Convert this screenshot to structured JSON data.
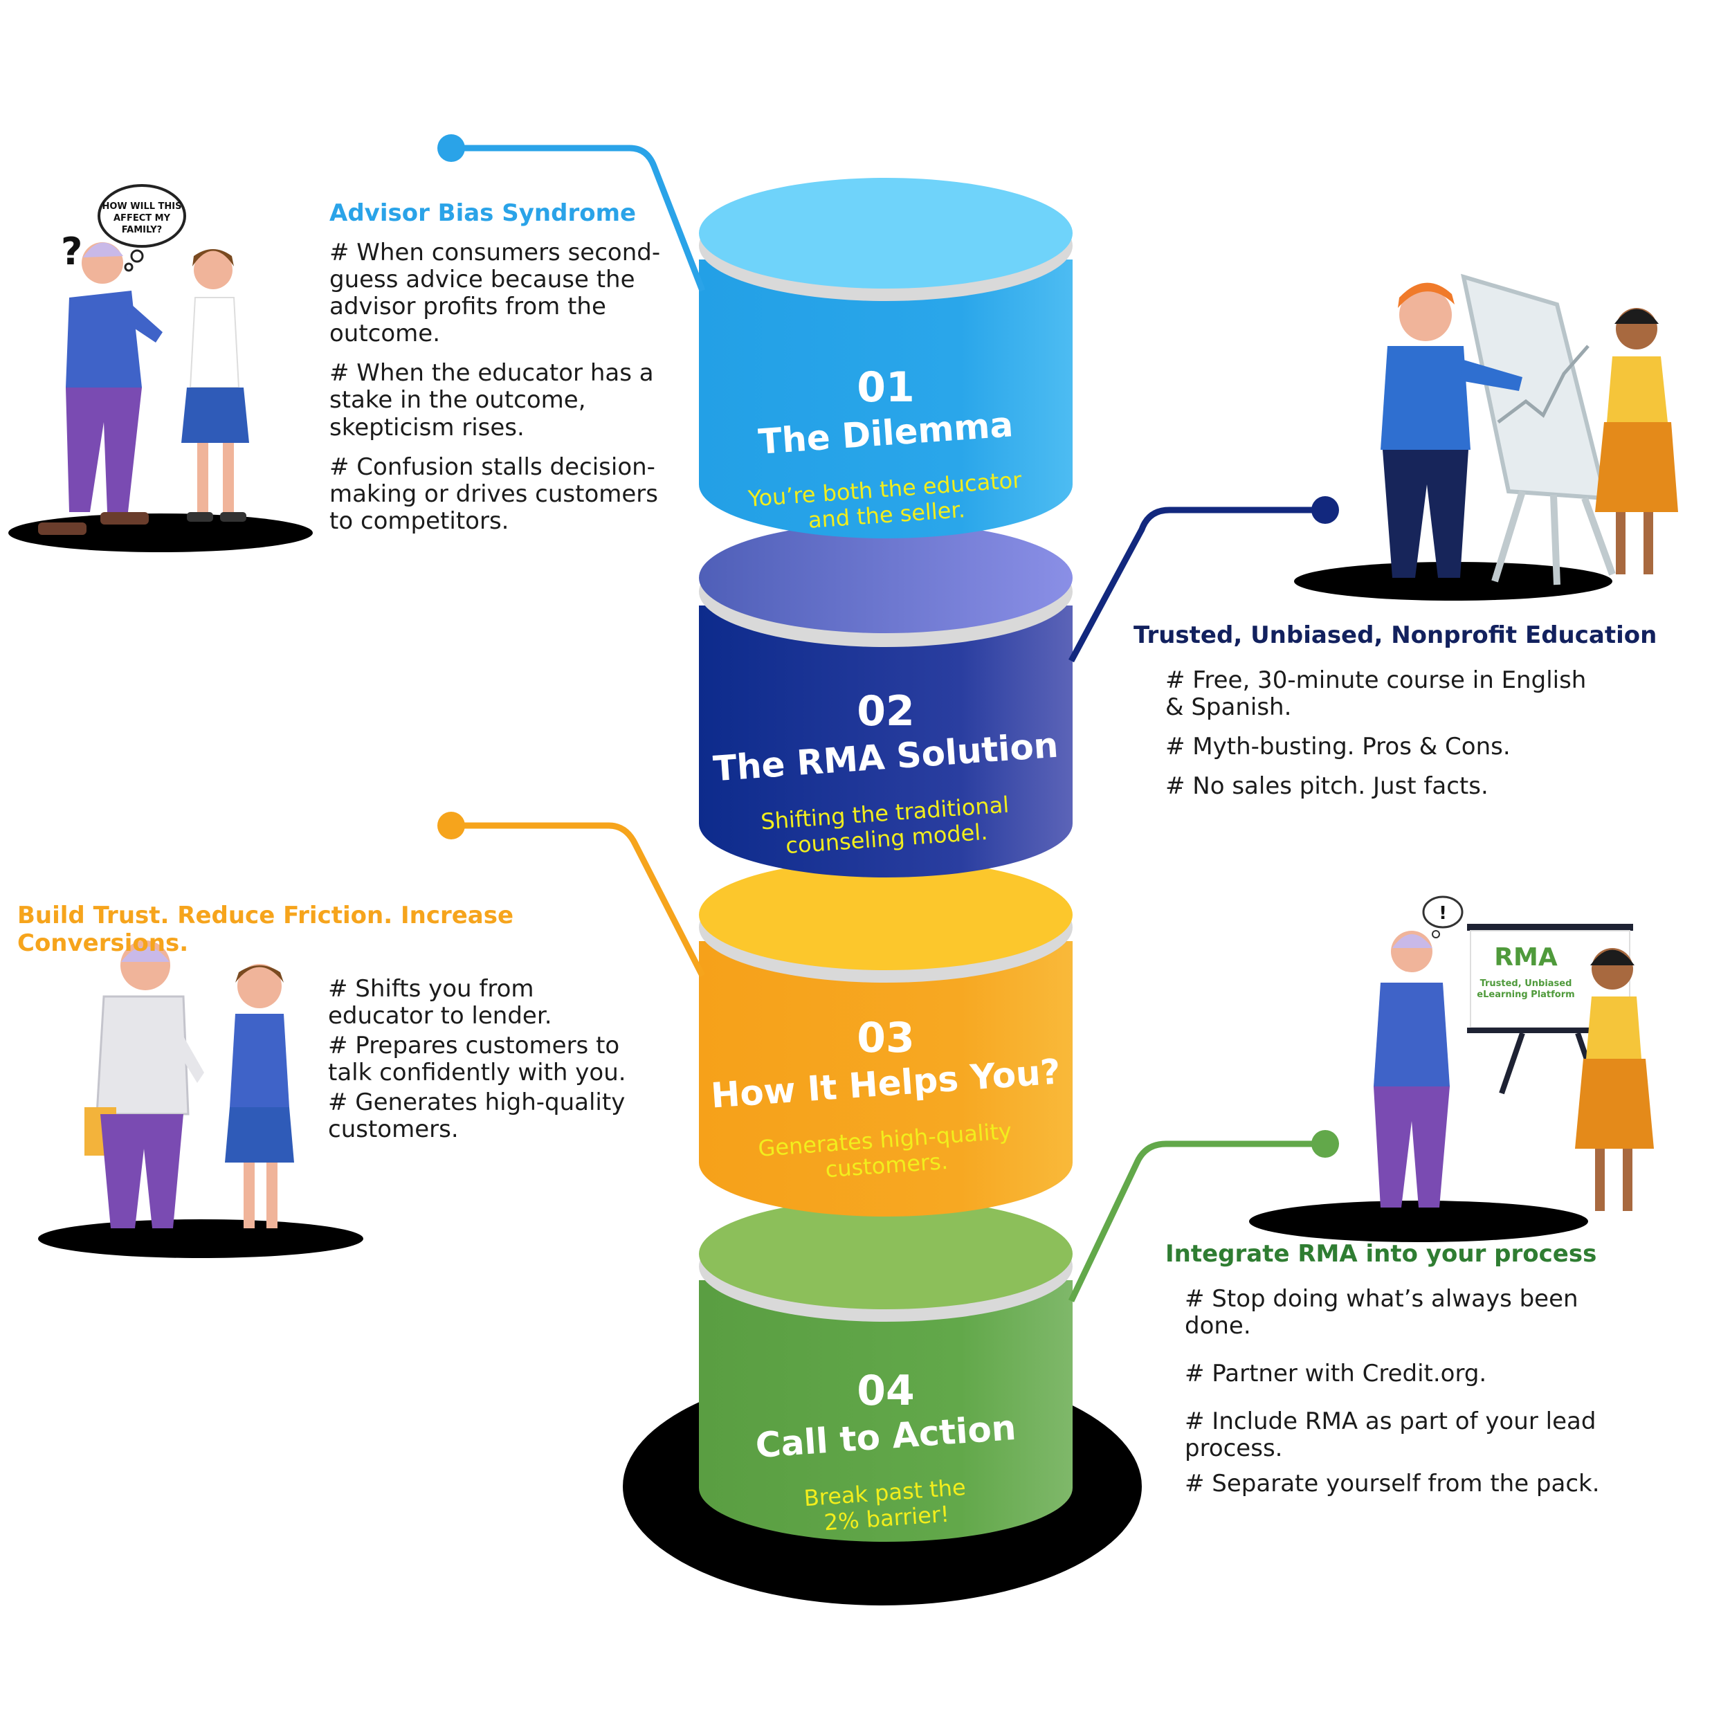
{
  "colors": {
    "tier1": "#2aa3e8",
    "tier2": "#273c9e",
    "tier3": "#f6a41c",
    "tier4": "#62a84a",
    "heading1": "#2aa3e8",
    "heading2": "#12215e",
    "heading3": "#f6a41c",
    "heading4": "#2f7d32",
    "subtitle": "#f2ee1d"
  },
  "tiers": [
    {
      "number": "01",
      "title": "The Dilemma",
      "subtitle_lines": [
        "You’re both the educator",
        "and the seller."
      ]
    },
    {
      "number": "02",
      "title": "The RMA Solution",
      "subtitle_lines": [
        "Shifting the traditional",
        "counseling model."
      ]
    },
    {
      "number": "03",
      "title": "How It Helps You?",
      "subtitle_lines": [
        "Generates high-quality",
        "customers."
      ]
    },
    {
      "number": "04",
      "title": "Call to Action",
      "subtitle_lines": [
        "Break past the",
        "2% barrier!"
      ]
    }
  ],
  "sections": {
    "advisor_bias": {
      "heading": "Advisor Bias Syndrome",
      "bullets": [
        "# When consumers second-guess advice because the advisor profits from the outcome.",
        "# When the educator has a stake in the outcome, skepticism rises.",
        "# Confusion stalls decision-making or drives customers to competitors."
      ]
    },
    "trusted": {
      "heading": "Trusted, Unbiased, Nonprofit Education",
      "bullets": [
        "# Free, 30-minute course in English & Spanish.",
        "# Myth-busting. Pros & Cons.",
        "# No sales pitch. Just facts."
      ]
    },
    "build_trust": {
      "heading": "Build Trust. Reduce Friction. Increase Conversions.",
      "bullets": [
        "# Shifts you from educator to lender.",
        "# Prepares customers to talk confidently with you.",
        "# Generates high-quality customers."
      ]
    },
    "integrate": {
      "heading": "Integrate RMA into your process",
      "bullets": [
        "# Stop doing what’s always been done.",
        "# Partner with Credit.org.",
        "# Include RMA as part of your lead process.",
        "# Separate yourself from the pack."
      ]
    }
  },
  "illustrations": {
    "speech_bubble": "HOW WILL THIS AFFECT MY FAMILY?",
    "question_mark": "?",
    "exclamation": "!",
    "board_title": "RMA",
    "board_subtitle_lines": [
      "Trusted, Unbiased",
      "eLearning Platform"
    ]
  }
}
